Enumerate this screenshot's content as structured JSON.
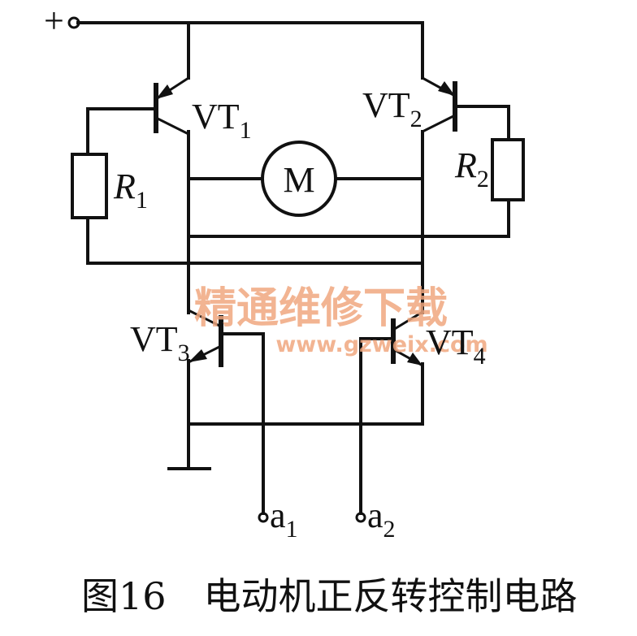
{
  "diagram": {
    "supply_label": "+",
    "motor_label": "M",
    "transistors": [
      {
        "name": "VT",
        "sub": "1"
      },
      {
        "name": "VT",
        "sub": "2"
      },
      {
        "name": "VT",
        "sub": "3"
      },
      {
        "name": "VT",
        "sub": "4"
      }
    ],
    "resistors": [
      {
        "name": "R",
        "sub": "1"
      },
      {
        "name": "R",
        "sub": "2"
      }
    ],
    "inputs": [
      {
        "name": "a",
        "sub": "1"
      },
      {
        "name": "a",
        "sub": "2"
      }
    ]
  },
  "watermark": {
    "text_cn": "精通维修下载",
    "url": "www.gzweix.com",
    "color": "#f0a77f"
  },
  "caption": {
    "figure": "图16",
    "title": "电动机正反转控制电路"
  }
}
